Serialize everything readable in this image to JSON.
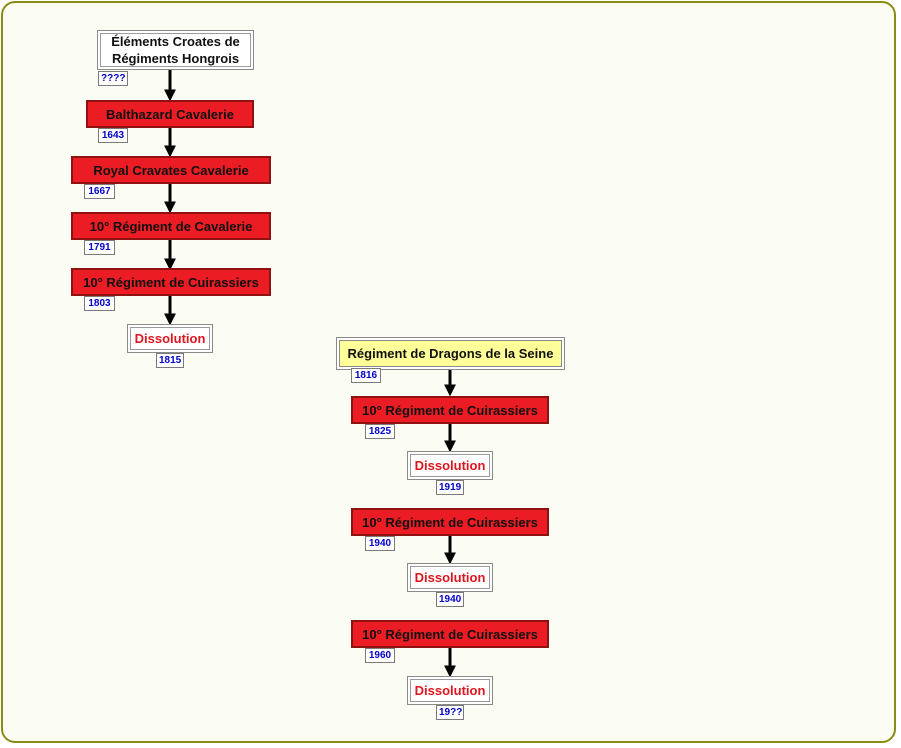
{
  "left_column": [
    {
      "label": "Éléments Croates de Régiments Hongrois",
      "year": "????"
    },
    {
      "label": "Balthazard Cavalerie",
      "year": "1643"
    },
    {
      "label": "Royal Cravates Cavalerie",
      "year": "1667"
    },
    {
      "label": "10° Régiment de Cavalerie",
      "year": "1791"
    },
    {
      "label": "10° Régiment de Cuirassiers",
      "year": "1803"
    },
    {
      "label": "Dissolution",
      "year": "1815"
    }
  ],
  "right_column": [
    {
      "label": "Régiment de Dragons de la Seine",
      "year": "1816"
    },
    {
      "label": "10° Régiment de Cuirassiers",
      "year": "1825"
    },
    {
      "label": "Dissolution",
      "year": "1919"
    },
    {
      "label": "10° Régiment de Cuirassiers",
      "year": "1940"
    },
    {
      "label": "Dissolution",
      "year": "1940"
    },
    {
      "label": "10° Régiment de Cuirassiers",
      "year": "1960"
    },
    {
      "label": "Dissolution",
      "year": "19??"
    }
  ],
  "colors": {
    "regiment_fill": "#ec1c24",
    "origin_fill": "#ffff99",
    "dissolution_text": "#e0161e",
    "year_text": "#0000cc",
    "frame_border": "#8c8c14"
  }
}
